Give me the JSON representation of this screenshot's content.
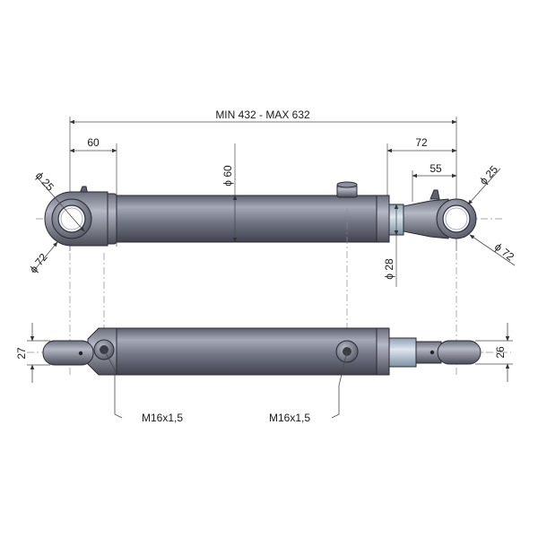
{
  "dimensions": {
    "overall_length": "MIN 432 - MAX 632",
    "left_eye_offset": "60",
    "right_eye_offset": "72",
    "right_pin_offset": "55",
    "barrel_diameter": "ϕ 60",
    "rod_diameter": "ϕ 28",
    "left_pin_diameter": "ϕ 25",
    "right_pin_diameter": "ϕ 25",
    "left_eye_outer_diameter": "ϕ 72",
    "right_eye_outer_diameter": "ϕ 72",
    "left_eye_width": "27",
    "right_eye_width": "26"
  },
  "ports": {
    "left": "M16x1,5",
    "right": "M16x1,5"
  },
  "colors": {
    "body": "#6e7180",
    "body_highlight": "#a9acba",
    "rod": "#b7c3cf",
    "line": "#4a4a4a"
  }
}
